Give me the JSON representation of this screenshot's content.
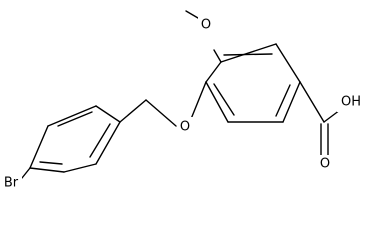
{
  "molecule": {
    "atoms": {
      "methoxy_o": "O",
      "ether_o": "O",
      "hydroxyl": "OH",
      "carbonyl_o": "O",
      "bromine": "Br"
    }
  }
}
